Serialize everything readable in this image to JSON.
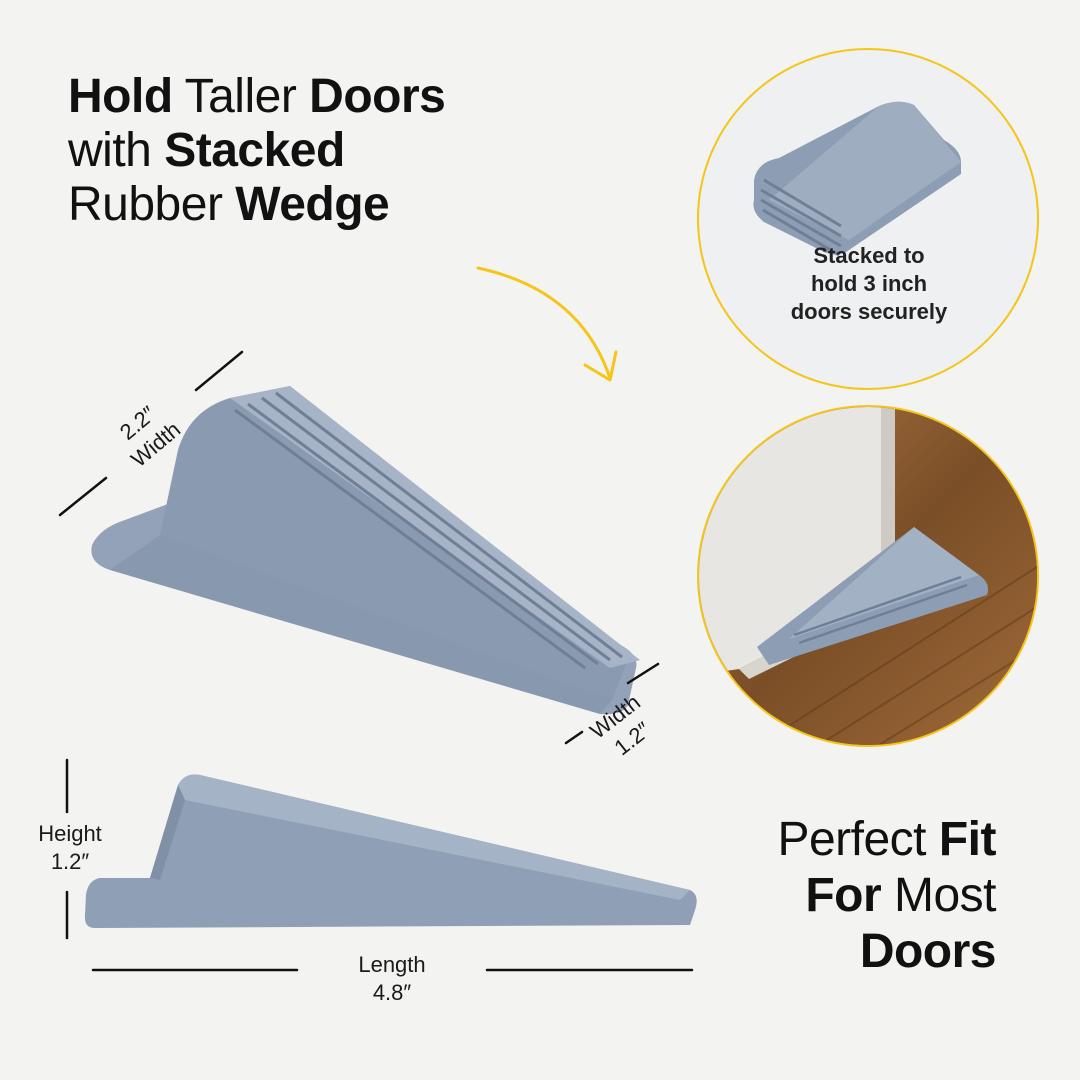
{
  "headline": {
    "line1_bold": "Hold",
    "line1_light": "Taller",
    "line1_bold2": "Doors",
    "line2_light": "with",
    "line2_bold": "Stacked",
    "line3_light": "Rubber",
    "line3_bold": "Wedge"
  },
  "dimensions": {
    "top_width_value": "2.2″",
    "top_width_label": "Width",
    "front_width_label": "Width",
    "front_width_value": "1.2″",
    "height_label": "Height",
    "height_value": "1.2″",
    "length_label": "Length",
    "length_value": "4.8″"
  },
  "stacked_callout": {
    "line1": "Stacked to",
    "line2": "hold 3 inch",
    "line3": "doors securely"
  },
  "fit_text": {
    "line1_light": "Perfect",
    "line1_bold": "Fit",
    "line2_bold": "For",
    "line2_light": "Most",
    "line3_bold": "Doors"
  },
  "colors": {
    "accent": "#f5c518",
    "wedge": "#8d9db3",
    "background": "#f3f3f1"
  }
}
